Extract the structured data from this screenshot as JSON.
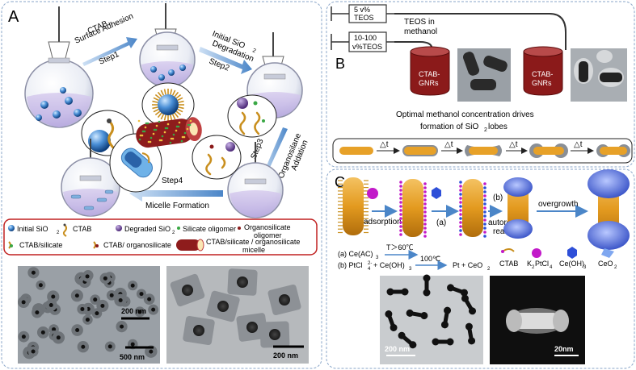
{
  "panelA": {
    "label": "A",
    "step1": "Step1",
    "step1_desc_line1": "CTAB",
    "step1_desc_line2": "Surface Adhesion",
    "step2": "Step2",
    "step2_desc_line1": "Initial SiO",
    "step2_desc_line2": "Degradation",
    "step3": "Step3",
    "step3_desc_line1": "Organosilane",
    "step3_desc_line2": "Addation",
    "step4": "Step4",
    "step4_desc": "Micelle Formation",
    "legend": {
      "initial_sio2": "Initial SiO",
      "ctab": "CTAB",
      "degraded_sio2": "Degraded SiO",
      "silicate_oligomer": "Silicate oligomer",
      "organosilicate_oligomer_line1": "Organosilicate",
      "organosilicate_oligomer_line2": "oligomer",
      "ctab_silicate": "CTAB/silicate",
      "ctab_organosilicate": "CTAB/ organosilicate",
      "micelle_line1": "CTAB/silicate / organosilicate",
      "micelle_line2": "micelle"
    },
    "tem_left_scale_top": "200 nm",
    "tem_left_scale_bottom": "500 nm",
    "tem_right_scale": "200 nm"
  },
  "panelB": {
    "label": "B",
    "syringe1": "5 v%",
    "syringe1_line2": "TEOS",
    "syringe2": "10-100",
    "syringe2_line2": "v%TEOS",
    "teos_in_line1": "TEOS in",
    "teos_in_line2": "methanol",
    "beaker_label_line1": "CTAB-",
    "beaker_label_line2": "GNRs",
    "caption_line1": "Optimal methanol concentration drives",
    "caption_line2": "formation of SiO",
    "caption_line2_end": " lobes",
    "delta_t": "△t"
  },
  "panelC": {
    "label": "C",
    "adsorption": "adsorption",
    "step_a": "(a)",
    "step_b": "(b)",
    "autoredox_line1": "autoredox",
    "autoredox_line2": "reaction",
    "overgrowth": "overgrowth",
    "reaction_a": "(a) Ce(AC)",
    "reaction_a_cond": "T＞60℃",
    "reaction_b": "(b) PtCl",
    "reaction_b_tail": " + Ce(OH)",
    "reaction_b_cond": "100℃",
    "reaction_b_product": "Pt + CeO",
    "legend_ctab": "CTAB",
    "legend_k2ptcl4": "K",
    "legend_ceoh3": "Ce(OH)",
    "legend_ceo2": "CeO",
    "tem_left_scale": "200 nm",
    "tem_right_scale": "20nm"
  },
  "colors": {
    "gold": "#e7a128",
    "silica": "#5a9bd5",
    "arrow": "#5b9bd5",
    "beaker": "#8b1a1a",
    "magenta": "#c21ac9",
    "hexblue": "#2e4fd8",
    "frame": "#8aa6c9"
  }
}
